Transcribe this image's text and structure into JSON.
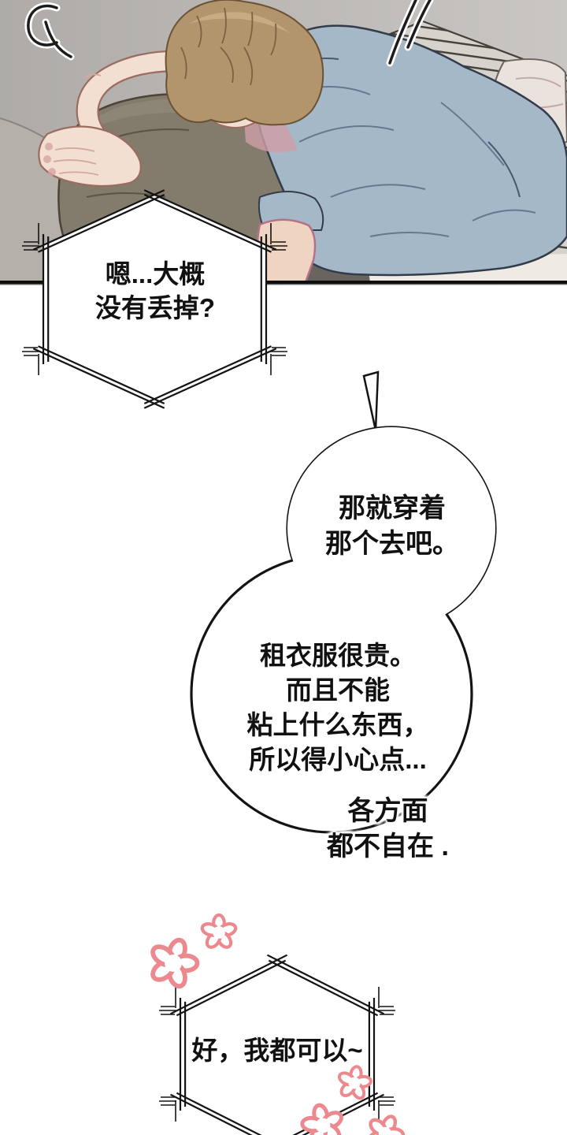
{
  "bubbles": {
    "hex1": {
      "lines": [
        "嗯...大概",
        "没有丢掉?"
      ]
    },
    "gourd_top": {
      "lines": [
        "那就穿着",
        "那个去吧。"
      ]
    },
    "gourd_bottom": {
      "lines": [
        "租衣服很贵。",
        "而且不能",
        "粘上什么东西，",
        "所以得小心点..."
      ]
    },
    "aside": {
      "lines": [
        "各方面",
        "都不自在 ."
      ]
    },
    "hex2": {
      "lines": [
        "好，我都可以~"
      ]
    }
  },
  "colors": {
    "ink": "#141414",
    "text": "#111111",
    "flower": "#ec898e",
    "wall_l": "#aeaba8",
    "wall_r": "#c9c6c3",
    "sheet": "#d6d3cc",
    "stripe": "#443f39",
    "sheet_light": "#efeae4",
    "couch": "#b5b1aa",
    "couch_line": "#8a867f",
    "pillow": "#837b6b",
    "pillow_line": "#4b4439",
    "pillow_hi": "#8d8575",
    "pillow_crease": "#5a5347",
    "shadow_dark": "#6a645e",
    "skin": "#f2dfd1",
    "skin_line": "#9c6b5f",
    "skin_shadow": "#d4a99d",
    "mauve": "#cf9fa6",
    "tip": "#d8a3a4",
    "hair": "#b2946d",
    "hair_line": "#6b5236",
    "hair_hi": "#c6ab83",
    "hair_strand": "#7d6142",
    "shirt": "#a5b8c8",
    "shirt_fold": "#64798f",
    "shirt_dark": "#48586e",
    "shirt_line": "#333c4a",
    "phone": "#3e3642",
    "phone_line": "#241f28",
    "wpillow": "#eae2dc",
    "wpillow_line": "#6e625b",
    "wpillow_crease": "#c2aaa2",
    "pink_fill": "#f0d4c2",
    "pink_line": "#b5718a"
  }
}
